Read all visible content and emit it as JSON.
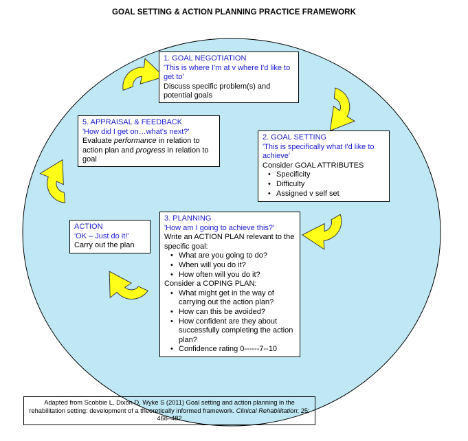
{
  "title": "GOAL SETTING & ACTION PLANNING PRACTICE FRAMEWORK",
  "colors": {
    "circle_fill": "#bfe8f4",
    "arrow_fill": "#ffff1a",
    "heading_text": "#1a1ad0"
  },
  "boxes": {
    "goal_negotiation": {
      "heading": "1. GOAL NEGOTIATION",
      "question": "'This is where I'm at v where I'd like to get to'",
      "text": "Discuss specific problem(s) and potential goals"
    },
    "goal_setting": {
      "heading": "2. GOAL SETTING",
      "question": "'This is specifically what I'd like to achieve'",
      "text": "Consider GOAL ATTRIBUTES",
      "bullets": [
        "Specificity",
        "Difficulty",
        "Assigned v self set"
      ]
    },
    "planning": {
      "heading": "3. PLANNING",
      "question": "'How am I going to achieve this?'",
      "text": "Write an ACTION PLAN relevant to the specific goal:",
      "action_bullets": [
        "What are you going to do?",
        "When will you do it?",
        "How often will you do it?"
      ],
      "coping_text": "Consider a COPING PLAN:",
      "coping_bullets": [
        "What might get in the way of carrying out the action plan?",
        "How can this be avoided?",
        "How confident are they about successfully completing the action plan?",
        "Confidence rating 0------7--10"
      ]
    },
    "action": {
      "heading": "ACTION",
      "question": "'OK – Just do it!'",
      "text": "Carry out the plan"
    },
    "appraisal": {
      "heading": "5. APPRAISAL & FEEDBACK",
      "question": "'How did I get on…what's next?'",
      "text_1": "Evaluate ",
      "text_2": "performance",
      "text_3": " in relation to action plan and ",
      "text_4": "progress",
      "text_5": " in relation to goal"
    }
  },
  "citation": {
    "text_1": "Adapted from Scobbie L, Dixon D, Wyke S (2011) Goal setting and action planning in the rehabilitation setting: development of a theoretically informed framework. ",
    "journal": "Clinical Rehabilitation",
    "text_2": "; 25: 468–482"
  }
}
